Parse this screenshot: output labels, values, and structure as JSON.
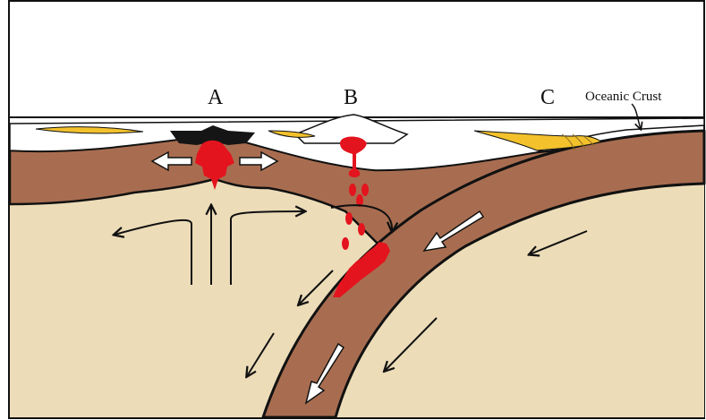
{
  "labels": {
    "a": "A",
    "b": "B",
    "c": "C",
    "oceanic_crust": "Oceanic Crust"
  },
  "colors": {
    "mantle": "#ecdcb8",
    "lithosphere": "#a86d50",
    "outline": "#111111",
    "magma": "#e3141e",
    "sediment": "#f2c12c",
    "ridge_basalt": "#151515",
    "white_arrow": "#ffffff",
    "sky": "#ffffff"
  }
}
